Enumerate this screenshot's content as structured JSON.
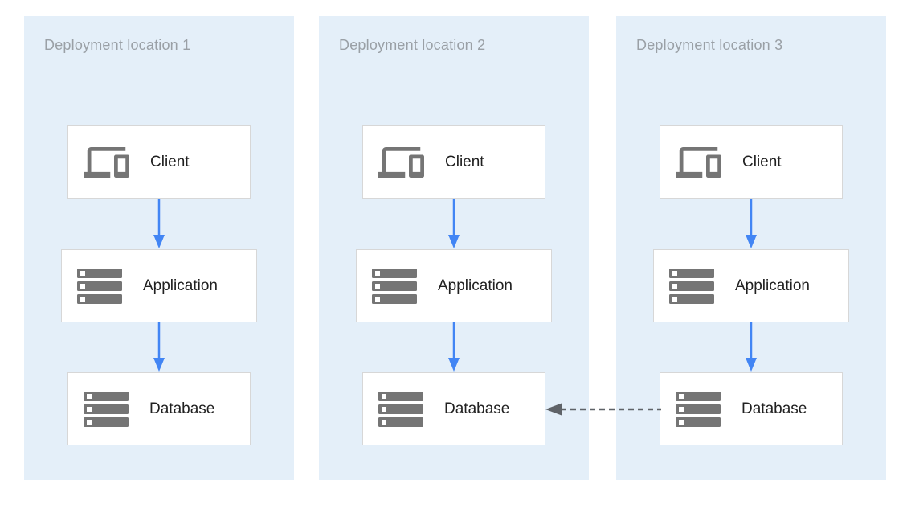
{
  "panels": [
    {
      "title": "Deployment location 1",
      "nodes": [
        {
          "label": "Client",
          "icon": "devices-icon"
        },
        {
          "label": "Application",
          "icon": "server-stack-icon"
        },
        {
          "label": "Database",
          "icon": "server-stack-icon"
        }
      ]
    },
    {
      "title": "Deployment location 2",
      "nodes": [
        {
          "label": "Client",
          "icon": "devices-icon"
        },
        {
          "label": "Application",
          "icon": "server-stack-icon"
        },
        {
          "label": "Database",
          "icon": "server-stack-icon"
        }
      ]
    },
    {
      "title": "Deployment location 3",
      "nodes": [
        {
          "label": "Client",
          "icon": "devices-icon"
        },
        {
          "label": "Application",
          "icon": "server-stack-icon"
        },
        {
          "label": "Database",
          "icon": "server-stack-icon"
        }
      ]
    }
  ],
  "connections": {
    "within_panels": "Client -> Application -> Database (solid blue arrows)",
    "replication": "Database (location 3) -> Database (location 2) (dashed gray arrow)"
  },
  "colors": {
    "panel_bg": "#e4eff9",
    "arrow_blue": "#4285f4",
    "dashed_gray": "#5f6368",
    "box_border": "#d7d7d7",
    "icon_gray": "#757575",
    "title_gray": "#9aa0a6",
    "label_dark": "#212121"
  }
}
